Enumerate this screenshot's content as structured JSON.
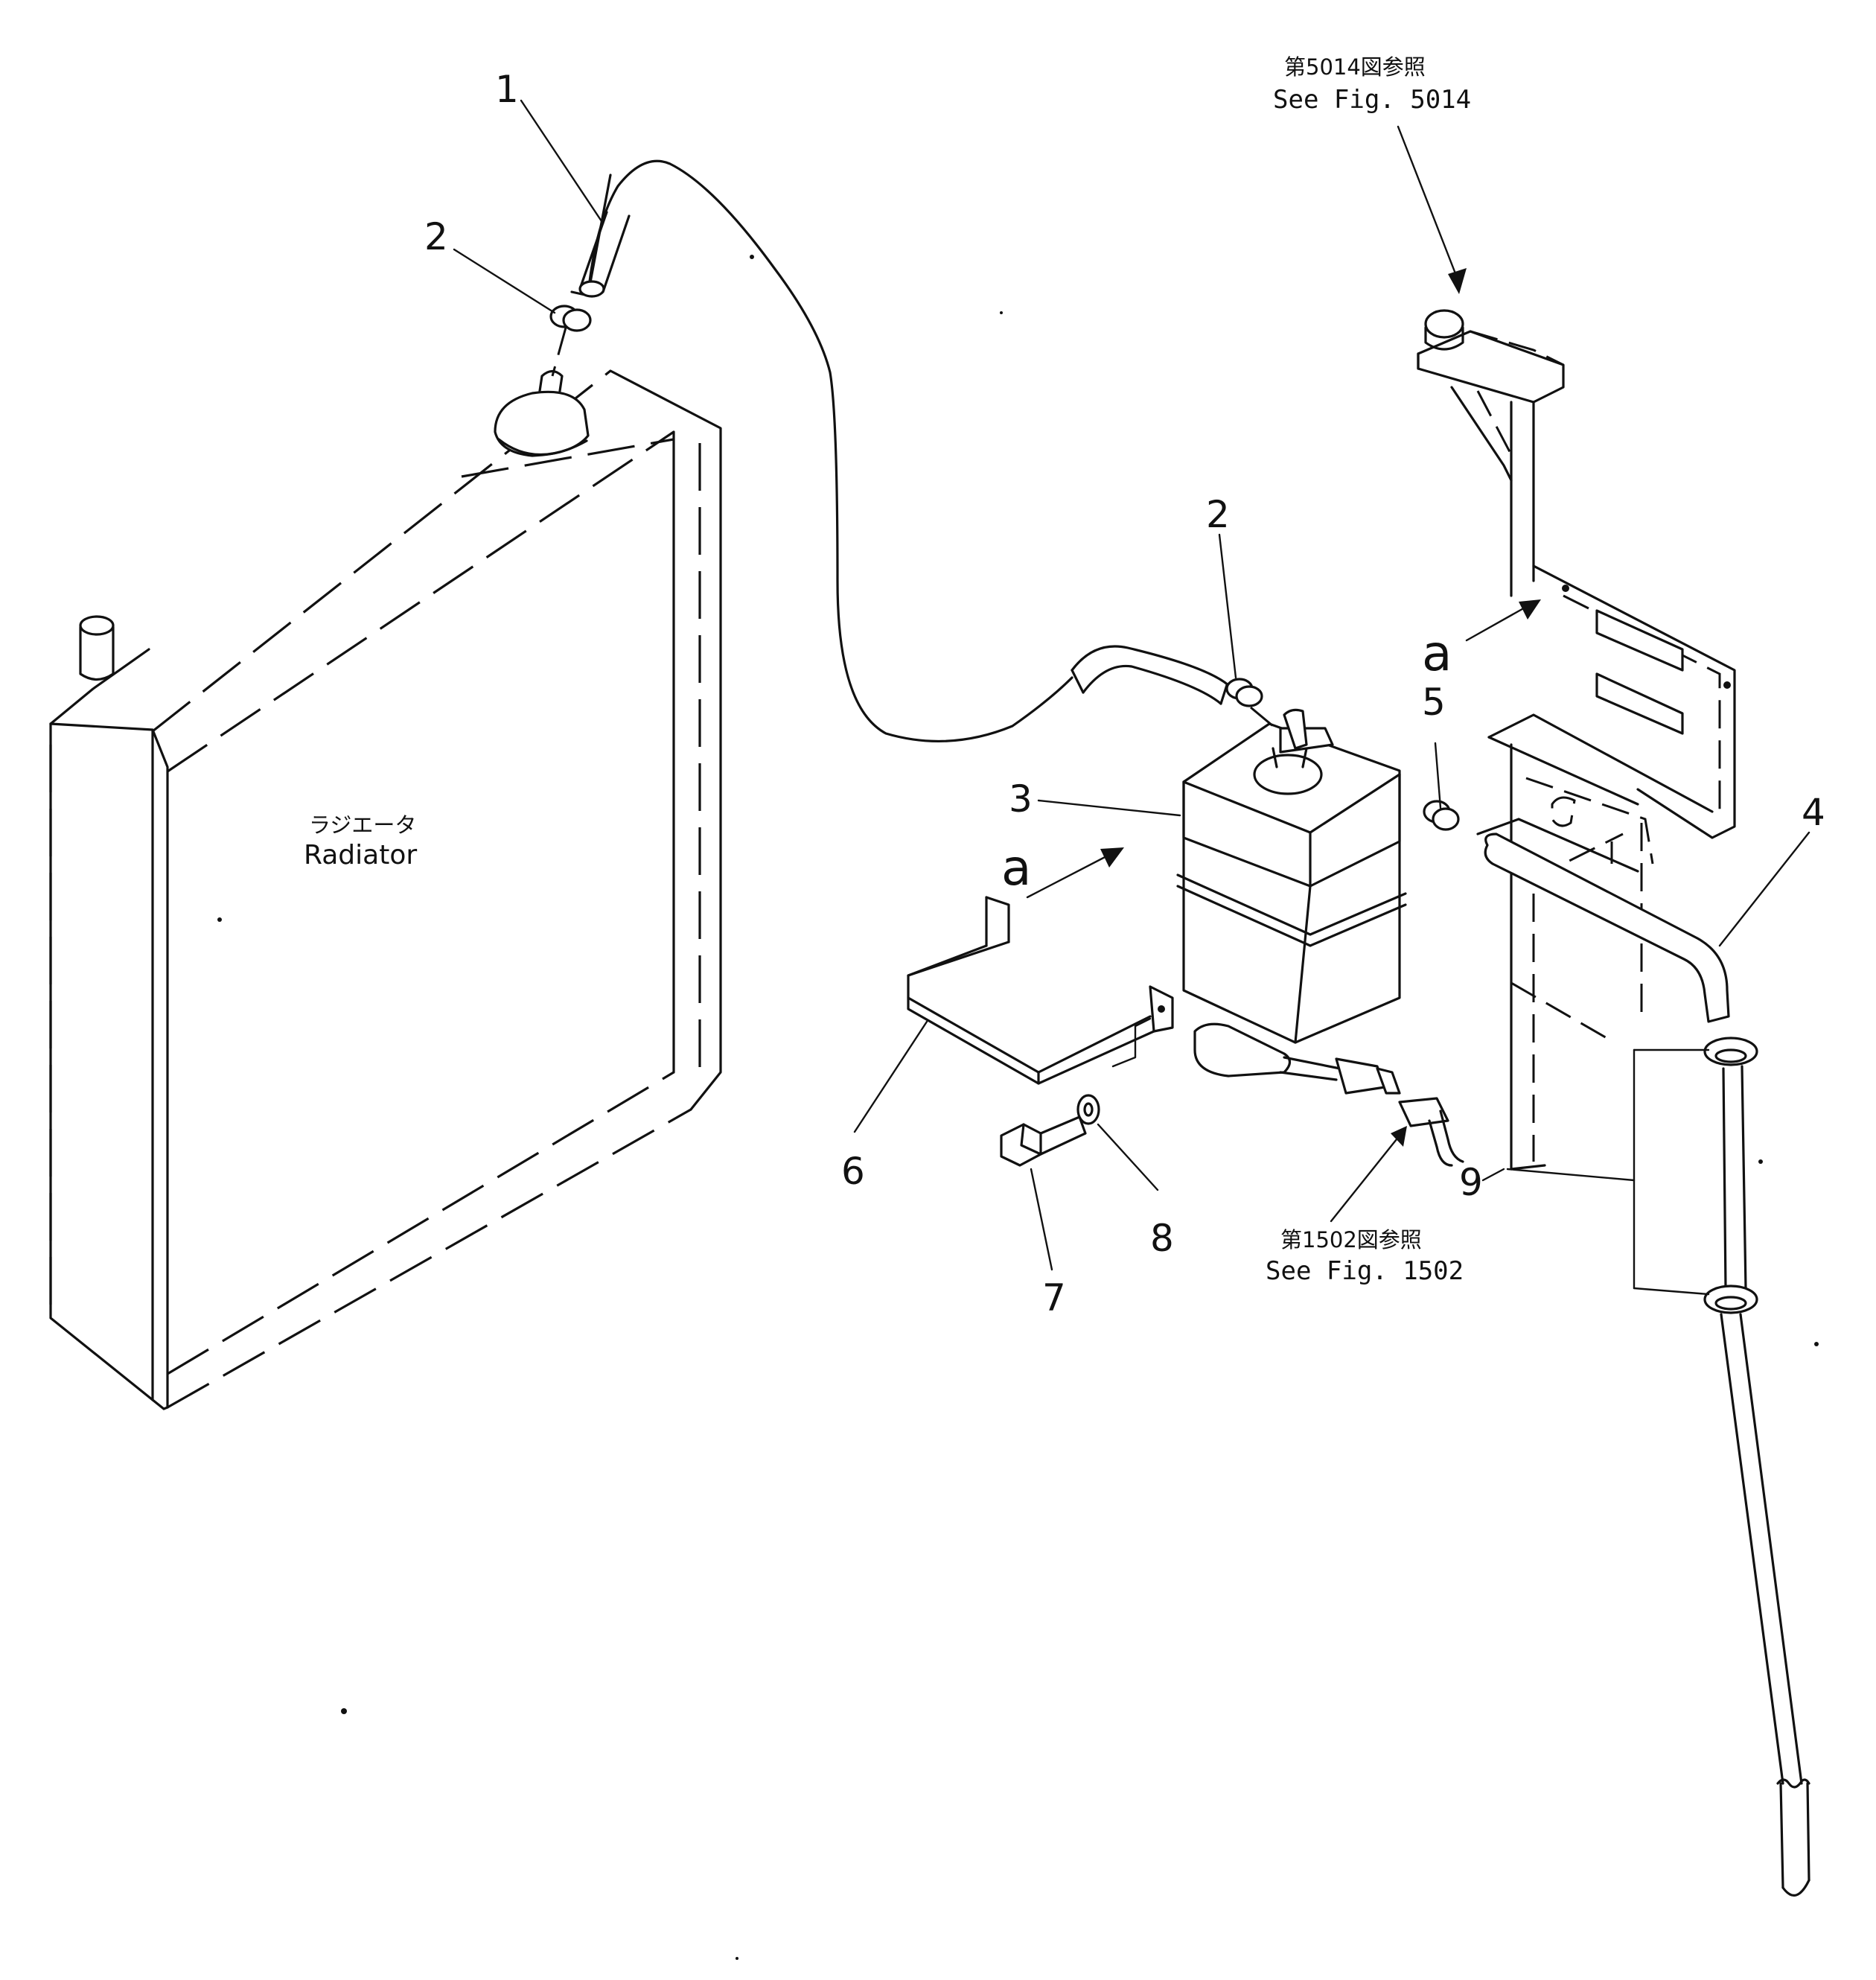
{
  "radiator": {
    "label_jp": "ラジエータ",
    "label_en": "Radiator"
  },
  "references": {
    "fig5014": {
      "jp": "第5014図参照",
      "en": "See Fig. 5014"
    },
    "fig1502": {
      "jp": "第1502図参照",
      "en": "See Fig. 1502"
    }
  },
  "callouts": {
    "p1": "1",
    "p2a": "2",
    "p2b": "2",
    "p3": "3",
    "p4": "4",
    "p5": "5",
    "p6": "6",
    "p7": "7",
    "p8": "8",
    "p9": "9"
  },
  "view_marks": {
    "a1": "a",
    "a2": "a"
  }
}
